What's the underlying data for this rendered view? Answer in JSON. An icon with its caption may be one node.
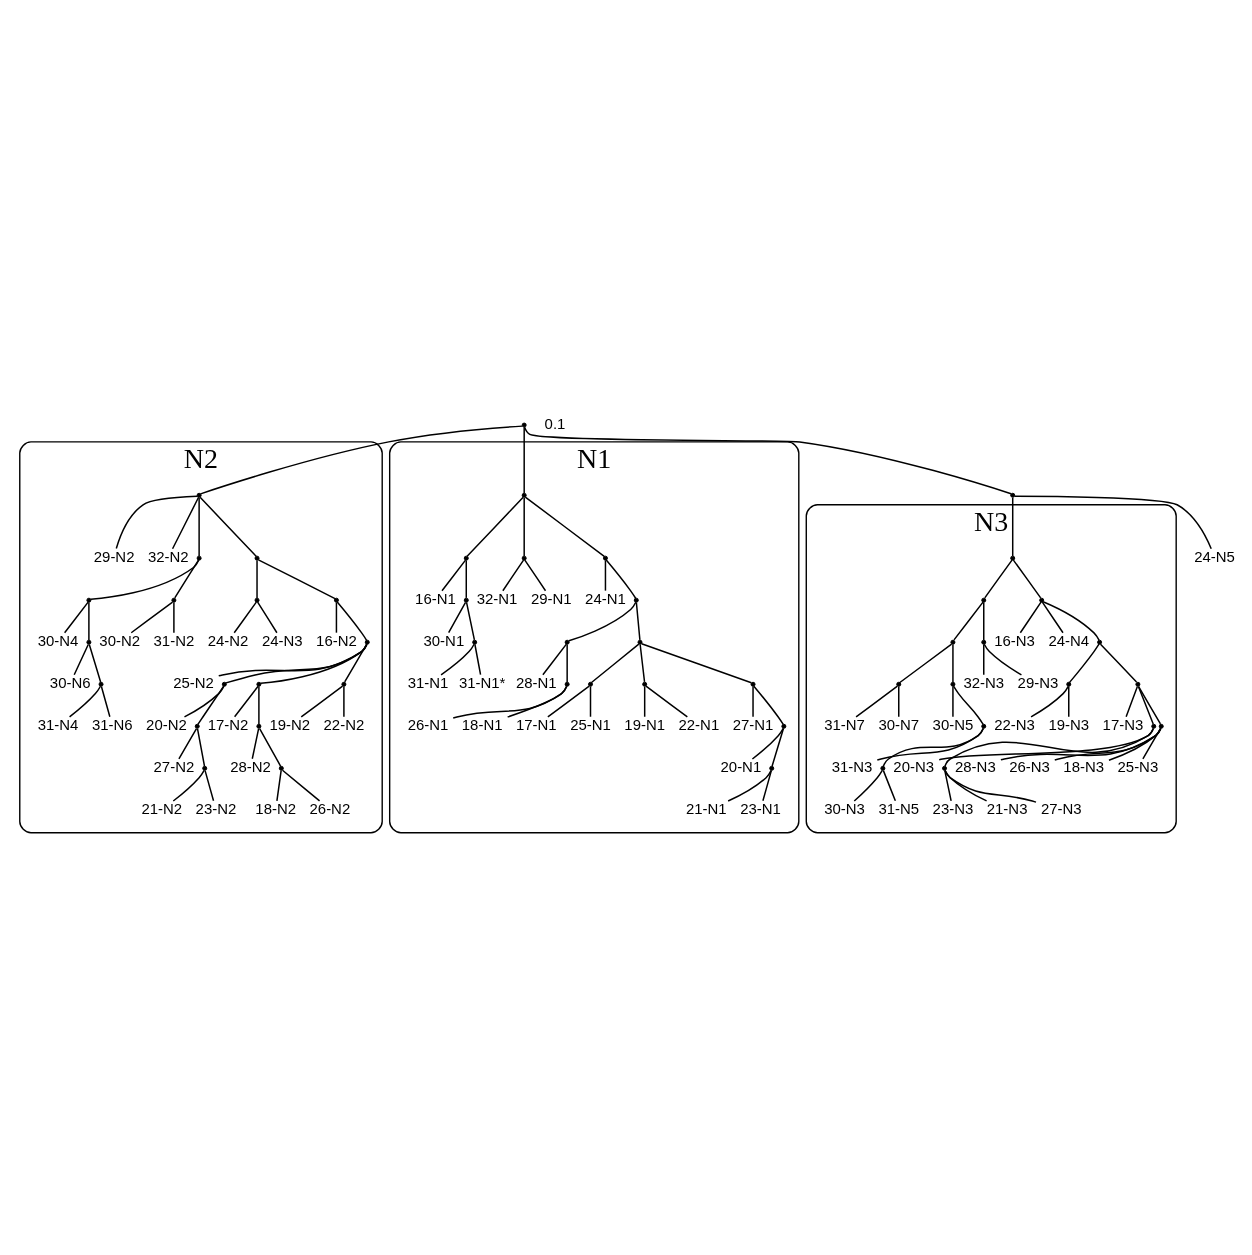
{
  "diagram": {
    "nodes": [
      {
        "text": [
          "N2"
        ]
      },
      {
        "text": [
          "N3"
        ]
      },
      {
        "text": [
          "N1"
        ]
      },
      {
        "text": [
          "30-N4"
        ],
        "in": 0
      },
      {
        "text": [
          "30-N6"
        ],
        "in": 0
      },
      {
        "text": [
          "31-N4"
        ],
        "in": 0
      },
      {
        "text": [
          "31-N6"
        ],
        "in": 0
      },
      {
        "text": [
          "30-N2"
        ],
        "in": 0
      },
      {
        "text": [
          "31-N2"
        ],
        "in": 0
      },
      {
        "text": [
          "24-N2"
        ],
        "in": 0
      },
      {
        "text": [
          "24-N3"
        ],
        "in": 0
      },
      {
        "text": [
          "20-N2"
        ],
        "in": 0
      },
      {
        "text": [
          "21-N2"
        ],
        "in": 0
      },
      {
        "text": [
          "27-N2"
        ],
        "in": 0
      },
      {
        "text": [
          "23-N2"
        ],
        "in": 0
      },
      {
        "text": [
          "17-N2"
        ],
        "in": 0
      },
      {
        "text": [
          "29-N2"
        ],
        "in": 0
      },
      {
        "text": [
          "32-N2"
        ],
        "in": 0
      },
      {
        "text": [
          "16-N2"
        ],
        "in": 0
      },
      {
        "text": [
          "28-N2"
        ],
        "in": 0
      },
      {
        "text": [
          "18-N2"
        ],
        "in": 0
      },
      {
        "text": [
          "26-N2"
        ],
        "in": 0
      },
      {
        "text": [
          "19-N2"
        ],
        "in": 0
      },
      {
        "text": [
          "22-N2"
        ],
        "in": 0
      },
      {
        "text": [
          "25-N2"
        ],
        "in": 0
      },
      {
        "text": [
          "31-N7"
        ],
        "in": 1
      },
      {
        "text": [
          "30-N7"
        ],
        "in": 1
      },
      {
        "text": [
          "30-N3"
        ],
        "in": 1
      },
      {
        "text": [
          "31-N5"
        ],
        "in": 1
      },
      {
        "text": [
          "31-N3"
        ],
        "in": 1
      },
      {
        "text": [
          "30-N5"
        ],
        "in": 1
      },
      {
        "text": [
          "32-N3"
        ],
        "in": 1
      },
      {
        "text": [
          "29-N3"
        ],
        "in": 1
      },
      {
        "text": [
          "22-N3"
        ],
        "in": 1
      },
      {
        "text": [
          "19-N3"
        ],
        "in": 1
      },
      {
        "text": [
          "23-N3"
        ],
        "in": 1
      },
      {
        "text": [
          "21-N3"
        ],
        "in": 1
      },
      {
        "text": [
          "20-N3"
        ],
        "in": 1
      },
      {
        "text": [
          "28-N3"
        ],
        "in": 1
      },
      {
        "text": [
          "26-N3"
        ],
        "in": 1
      },
      {
        "text": [
          "27-N3"
        ],
        "in": 1
      },
      {
        "text": [
          "18-N3"
        ],
        "in": 1
      },
      {
        "text": [
          "17-N3"
        ],
        "in": 1
      },
      {
        "text": [
          "16-N3"
        ],
        "in": 1
      },
      {
        "text": [
          "24-N4"
        ],
        "in": 1
      },
      {
        "text": [
          "25-N3"
        ],
        "in": 1
      },
      {
        "text": [
          "16-N1"
        ],
        "in": 2
      },
      {
        "text": [
          "30-N1"
        ],
        "in": 2
      },
      {
        "text": [
          "31-N1"
        ],
        "in": 2
      },
      {
        "text": [
          "31-N1*"
        ],
        "in": 2
      },
      {
        "text": [
          "24-N1"
        ],
        "in": 2
      },
      {
        "text": [
          "17-N1"
        ],
        "in": 2
      },
      {
        "text": [
          "25-N1"
        ],
        "in": 2
      },
      {
        "text": [
          "19-N1"
        ],
        "in": 2
      },
      {
        "text": [
          "22-N1"
        ],
        "in": 2
      },
      {
        "text": [
          "27-N1"
        ],
        "in": 2
      },
      {
        "text": [
          "20-N1"
        ],
        "in": 2
      },
      {
        "text": [
          "32-N1"
        ],
        "in": 2
      },
      {
        "text": [
          "28-N1"
        ],
        "in": 2
      },
      {
        "text": [
          "21-N1"
        ],
        "in": 2
      },
      {
        "text": [
          "26-N1"
        ],
        "in": 2
      },
      {
        "text": [
          "18-N1"
        ],
        "in": 2
      },
      {
        "text": [
          "23-N1"
        ],
        "in": 2
      },
      {
        "text": [
          "29-N1"
        ],
        "in": 2
      },
      {
        "text": [
          "24-N5"
        ]
      },
      {
        "text": [],
        "shape": "point"
      },
      {
        "text": [],
        "shape": "point"
      },
      {
        "text": [],
        "shape": "point",
        "in": 0
      },
      {
        "text": [],
        "shape": "point",
        "in": 0
      },
      {
        "text": [],
        "shape": "point",
        "in": 0
      },
      {
        "text": [],
        "shape": "point",
        "in": 0
      },
      {
        "text": [],
        "shape": "point",
        "in": 0
      },
      {
        "text": [],
        "shape": "point",
        "in": 0
      },
      {
        "text": [],
        "shape": "point",
        "in": 0
      },
      {
        "text": [],
        "shape": "point",
        "in": 0
      },
      {
        "text": [],
        "shape": "point",
        "in": 0
      },
      {
        "text": [],
        "shape": "point",
        "in": 0
      },
      {
        "text": [],
        "shape": "point",
        "in": 0
      },
      {
        "text": [],
        "shape": "point",
        "in": 0
      },
      {
        "text": [],
        "shape": "point",
        "in": 0
      },
      {
        "text": [],
        "shape": "point",
        "in": 0
      },
      {
        "text": [],
        "shape": "point",
        "in": 0
      },
      {
        "text": [],
        "shape": "point",
        "in": 0
      },
      {
        "text": [],
        "shape": "point",
        "in": 0
      },
      {
        "text": [],
        "shape": "point",
        "in": 2
      },
      {
        "text": [],
        "shape": "point",
        "in": 2
      },
      {
        "text": [],
        "shape": "point",
        "in": 2
      },
      {
        "text": [],
        "shape": "point",
        "in": 2
      },
      {
        "text": [],
        "shape": "point",
        "in": 2
      },
      {
        "text": [],
        "shape": "point",
        "in": 2
      },
      {
        "text": [],
        "shape": "point",
        "in": 2
      },
      {
        "text": [],
        "shape": "point",
        "in": 2
      },
      {
        "text": [],
        "shape": "point",
        "in": 2
      },
      {
        "text": [],
        "shape": "point",
        "in": 2
      },
      {
        "text": [],
        "shape": "point",
        "in": 2
      },
      {
        "text": [],
        "shape": "point",
        "in": 2
      },
      {
        "text": [],
        "shape": "point",
        "in": 2
      },
      {
        "text": [],
        "shape": "point",
        "in": 2
      },
      {
        "text": [],
        "shape": "point",
        "in": 2
      },
      {
        "text": [],
        "shape": "point",
        "in": 1
      },
      {
        "text": [],
        "shape": "point",
        "in": 1
      },
      {
        "text": [],
        "shape": "point",
        "in": 1
      },
      {
        "text": [],
        "shape": "point",
        "in": 1
      },
      {
        "text": [],
        "shape": "point",
        "in": 1
      },
      {
        "text": [],
        "shape": "point",
        "in": 1
      },
      {
        "text": [],
        "shape": "point",
        "in": 1
      },
      {
        "text": [],
        "shape": "point",
        "in": 1
      },
      {
        "text": [],
        "shape": "point",
        "in": 1
      },
      {
        "text": [],
        "shape": "point",
        "in": 1
      },
      {
        "text": [],
        "shape": "point",
        "in": 1
      },
      {
        "text": [],
        "shape": "point",
        "in": 1
      },
      {
        "text": [],
        "shape": "point",
        "in": 1
      },
      {
        "text": [],
        "shape": "point",
        "in": 1
      },
      {
        "text": [],
        "shape": "point",
        "in": 1
      }
    ],
    "edges": [
      {
        "from": 65,
        "to": 67,
        "arrow": "none"
      },
      {
        "from": 65,
        "to": 84,
        "arrow": "none"
      },
      {
        "from": 65,
        "to": 66,
        "arrow": "none"
      },
      {
        "from": 66,
        "to": 64,
        "arrow": "none"
      },
      {
        "from": 66,
        "to": 99,
        "arrow": "none"
      },
      {
        "from": 67,
        "to": 16,
        "arrow": "none"
      },
      {
        "from": 67,
        "to": 17,
        "arrow": "none"
      },
      {
        "from": 67,
        "to": 68,
        "arrow": "none"
      },
      {
        "from": 67,
        "to": 73,
        "arrow": "none"
      },
      {
        "from": 68,
        "to": 69,
        "arrow": "none"
      },
      {
        "from": 68,
        "to": 72,
        "arrow": "none"
      },
      {
        "from": 69,
        "to": 3,
        "arrow": "none"
      },
      {
        "from": 69,
        "to": 70,
        "arrow": "none"
      },
      {
        "from": 70,
        "to": 4,
        "arrow": "none"
      },
      {
        "from": 70,
        "to": 71,
        "arrow": "none"
      },
      {
        "from": 71,
        "to": 5,
        "arrow": "none"
      },
      {
        "from": 71,
        "to": 6,
        "arrow": "none"
      },
      {
        "from": 72,
        "to": 7,
        "arrow": "none"
      },
      {
        "from": 72,
        "to": 8,
        "arrow": "none"
      },
      {
        "from": 73,
        "to": 74,
        "arrow": "none"
      },
      {
        "from": 73,
        "to": 75,
        "arrow": "none"
      },
      {
        "from": 74,
        "to": 9,
        "arrow": "none"
      },
      {
        "from": 74,
        "to": 10,
        "arrow": "none"
      },
      {
        "from": 75,
        "to": 18,
        "arrow": "none"
      },
      {
        "from": 75,
        "to": 76,
        "arrow": "none"
      },
      {
        "from": 76,
        "to": 77,
        "arrow": "none"
      },
      {
        "from": 76,
        "to": 80,
        "arrow": "none"
      },
      {
        "from": 76,
        "to": 83,
        "arrow": "none"
      },
      {
        "from": 76,
        "to": 24,
        "arrow": "none"
      },
      {
        "from": 77,
        "to": 11,
        "arrow": "none"
      },
      {
        "from": 77,
        "to": 78,
        "arrow": "none"
      },
      {
        "from": 78,
        "to": 13,
        "arrow": "none"
      },
      {
        "from": 78,
        "to": 79,
        "arrow": "none"
      },
      {
        "from": 79,
        "to": 12,
        "arrow": "none"
      },
      {
        "from": 79,
        "to": 14,
        "arrow": "none"
      },
      {
        "from": 80,
        "to": 15,
        "arrow": "none"
      },
      {
        "from": 80,
        "to": 81,
        "arrow": "none"
      },
      {
        "from": 81,
        "to": 19,
        "arrow": "none"
      },
      {
        "from": 81,
        "to": 82,
        "arrow": "none"
      },
      {
        "from": 82,
        "to": 20,
        "arrow": "none"
      },
      {
        "from": 82,
        "to": 21,
        "arrow": "none"
      },
      {
        "from": 83,
        "to": 22,
        "arrow": "none"
      },
      {
        "from": 83,
        "to": 23,
        "arrow": "none"
      },
      {
        "from": 84,
        "to": 85,
        "arrow": "none"
      },
      {
        "from": 84,
        "to": 89,
        "arrow": "none"
      },
      {
        "from": 84,
        "to": 88,
        "arrow": "none"
      },
      {
        "from": 85,
        "to": 46,
        "arrow": "none"
      },
      {
        "from": 85,
        "to": 86,
        "arrow": "none"
      },
      {
        "from": 86,
        "to": 47,
        "arrow": "none"
      },
      {
        "from": 86,
        "to": 87,
        "arrow": "none"
      },
      {
        "from": 87,
        "to": 48,
        "arrow": "none"
      },
      {
        "from": 87,
        "to": 49,
        "arrow": "none"
      },
      {
        "from": 88,
        "to": 57,
        "arrow": "none"
      },
      {
        "from": 88,
        "to": 63,
        "arrow": "none"
      },
      {
        "from": 89,
        "to": 50,
        "arrow": "none"
      },
      {
        "from": 89,
        "to": 90,
        "arrow": "none"
      },
      {
        "from": 90,
        "to": 91,
        "arrow": "none"
      },
      {
        "from": 90,
        "to": 93,
        "arrow": "none"
      },
      {
        "from": 91,
        "to": 58,
        "arrow": "none"
      },
      {
        "from": 91,
        "to": 92,
        "arrow": "none"
      },
      {
        "from": 92,
        "to": 60,
        "arrow": "none"
      },
      {
        "from": 92,
        "to": 61,
        "arrow": "none"
      },
      {
        "from": 93,
        "to": 94,
        "arrow": "none"
      },
      {
        "from": 93,
        "to": 95,
        "arrow": "none"
      },
      {
        "from": 93,
        "to": 96,
        "arrow": "none"
      },
      {
        "from": 94,
        "to": 51,
        "arrow": "none"
      },
      {
        "from": 94,
        "to": 52,
        "arrow": "none"
      },
      {
        "from": 95,
        "to": 53,
        "arrow": "none"
      },
      {
        "from": 95,
        "to": 54,
        "arrow": "none"
      },
      {
        "from": 96,
        "to": 55,
        "arrow": "none"
      },
      {
        "from": 96,
        "to": 97,
        "arrow": "none"
      },
      {
        "from": 97,
        "to": 56,
        "arrow": "none"
      },
      {
        "from": 97,
        "to": 98,
        "arrow": "none"
      },
      {
        "from": 98,
        "to": 59,
        "arrow": "none"
      },
      {
        "from": 98,
        "to": 62,
        "arrow": "none"
      },
      {
        "from": 99,
        "to": 100,
        "arrow": "none"
      },
      {
        "from": 99,
        "to": 107,
        "arrow": "none"
      },
      {
        "from": 100,
        "to": 101,
        "arrow": "none"
      },
      {
        "from": 100,
        "to": 106,
        "arrow": "none"
      },
      {
        "from": 101,
        "to": 102,
        "arrow": "none"
      },
      {
        "from": 101,
        "to": 103,
        "arrow": "none"
      },
      {
        "from": 102,
        "to": 25,
        "arrow": "none"
      },
      {
        "from": 102,
        "to": 26,
        "arrow": "none"
      },
      {
        "from": 103,
        "to": 30,
        "arrow": "none"
      },
      {
        "from": 103,
        "to": 104,
        "arrow": "none"
      },
      {
        "from": 104,
        "to": 29,
        "arrow": "none"
      },
      {
        "from": 104,
        "to": 105,
        "arrow": "none"
      },
      {
        "from": 105,
        "to": 27,
        "arrow": "none"
      },
      {
        "from": 105,
        "to": 28,
        "arrow": "none"
      },
      {
        "from": 106,
        "to": 31,
        "arrow": "none"
      },
      {
        "from": 106,
        "to": 32,
        "arrow": "none"
      },
      {
        "from": 107,
        "to": 44,
        "arrow": "none"
      },
      {
        "from": 107,
        "to": 43,
        "arrow": "none"
      },
      {
        "from": 107,
        "to": 108,
        "arrow": "none"
      },
      {
        "from": 108,
        "to": 109,
        "arrow": "none"
      },
      {
        "from": 108,
        "to": 110,
        "arrow": "none"
      },
      {
        "from": 109,
        "to": 33,
        "arrow": "none"
      },
      {
        "from": 109,
        "to": 34,
        "arrow": "none"
      },
      {
        "from": 110,
        "to": 111,
        "arrow": "none"
      },
      {
        "from": 110,
        "to": 113,
        "arrow": "none"
      },
      {
        "from": 110,
        "to": 42,
        "arrow": "none"
      },
      {
        "from": 111,
        "to": 112,
        "arrow": "none"
      },
      {
        "from": 111,
        "to": 37,
        "arrow": "none"
      },
      {
        "from": 112,
        "to": 35,
        "arrow": "none"
      },
      {
        "from": 112,
        "to": 36,
        "arrow": "none"
      },
      {
        "from": 112,
        "to": 40,
        "arrow": "none"
      },
      {
        "from": 113,
        "to": 38,
        "arrow": "none"
      },
      {
        "from": 113,
        "to": 39,
        "arrow": "none"
      },
      {
        "from": 113,
        "to": 41,
        "arrow": "none"
      },
      {
        "from": 113,
        "to": 45,
        "arrow": "none"
      }
    ],
    "labels": [
      "0.1"
    ]
  }
}
